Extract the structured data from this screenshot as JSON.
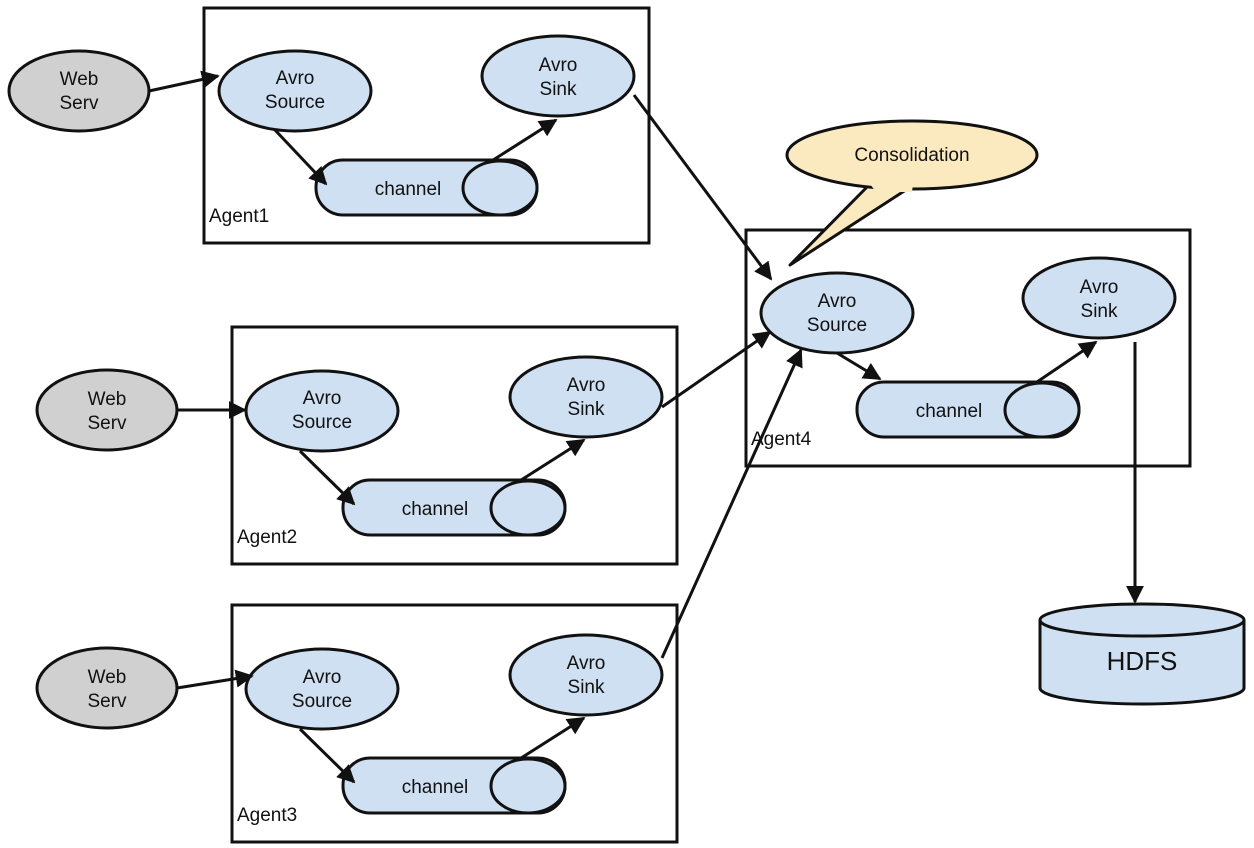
{
  "agents": [
    {
      "label": "Agent1",
      "web": [
        "Web",
        "Serv"
      ],
      "source": [
        "Avro",
        "Source"
      ],
      "sink": [
        "Avro",
        "Sink"
      ],
      "channel": "channel"
    },
    {
      "label": "Agent2",
      "web": [
        "Web",
        "Serv"
      ],
      "source": [
        "Avro",
        "Source"
      ],
      "sink": [
        "Avro",
        "Sink"
      ],
      "channel": "channel"
    },
    {
      "label": "Agent3",
      "web": [
        "Web",
        "Serv"
      ],
      "source": [
        "Avro",
        "Source"
      ],
      "sink": [
        "Avro",
        "Sink"
      ],
      "channel": "channel"
    },
    {
      "label": "Agent4",
      "source": [
        "Avro",
        "Source"
      ],
      "sink": [
        "Avro",
        "Sink"
      ],
      "channel": "channel"
    }
  ],
  "callout": "Consolidation",
  "storage": "HDFS",
  "colors": {
    "node_fill": "#cfe0f2",
    "web_fill": "#d0d0d0",
    "callout_fill": "#fbe9c0",
    "stroke": "#111111"
  }
}
